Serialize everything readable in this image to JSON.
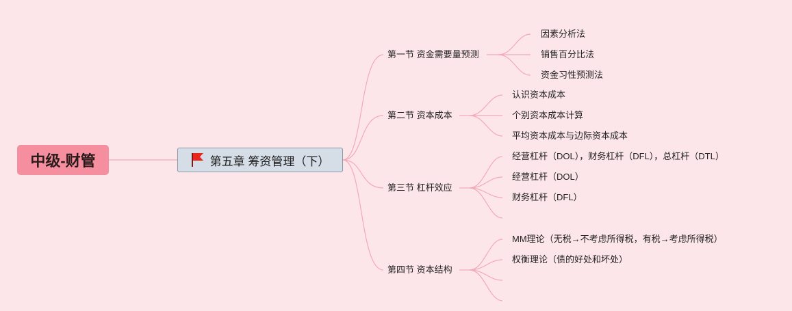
{
  "root": {
    "label": "中级-财管"
  },
  "chapter": {
    "label": "第五章 筹资管理（下）",
    "icon": "red-flag-icon",
    "flag_color": "#e8261b"
  },
  "sections": [
    {
      "label": "第一节 资金需要量预测",
      "children": [
        "因素分析法",
        "销售百分比法",
        "资金习性预测法"
      ]
    },
    {
      "label": "第二节 资本成本",
      "children": [
        "认识资本成本",
        "个别资本成本计算",
        "平均资本成本与边际资本成本"
      ]
    },
    {
      "label": "第三节 杠杆效应",
      "children": [
        "经营杠杆（DOL），财务杠杆（DFL），总杠杆（DTL）",
        "经营杠杆（DOL）",
        "财务杠杆（DFL）",
        ""
      ]
    },
    {
      "label": "第四节 资本结构",
      "children": [
        "MM理论（无税→不考虑所得税，有税→考虑所得税）",
        "权衡理论（债的好处和坏处）",
        "",
        ""
      ]
    }
  ],
  "colors": {
    "background": "#fde6ea",
    "root_fill": "#f58fa0",
    "connector": "#f3a9b8",
    "chapter_fill": "#d5dde6"
  }
}
